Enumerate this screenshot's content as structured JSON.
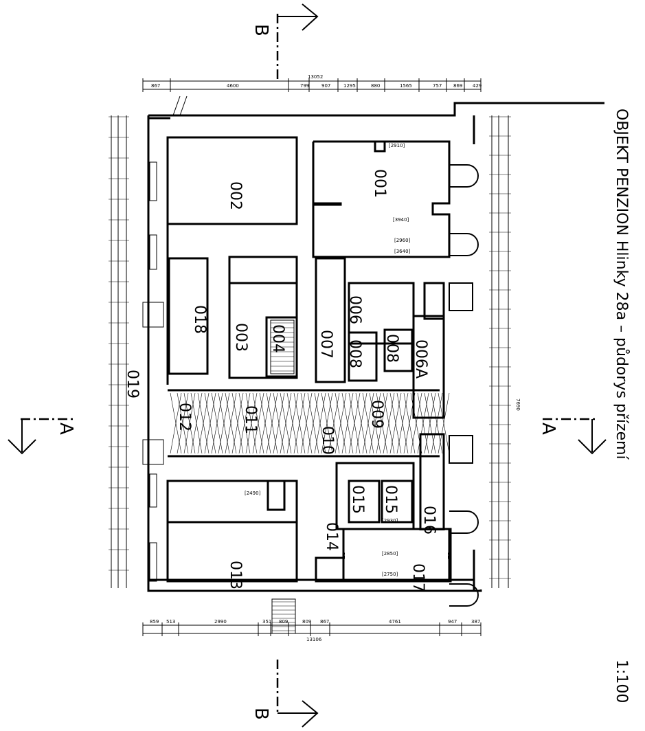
{
  "title": "OBJEKT PENZION Hlinky 28a – půdorys přízemí",
  "scale": "1:100",
  "section_marks": {
    "a_left": "A",
    "a_right": "A",
    "b_top": "B",
    "b_bottom": "B"
  },
  "rooms": {
    "r001": "001",
    "r002": "002",
    "r003": "003",
    "r004": "004",
    "r006": "006",
    "r006a": "006A",
    "r007": "007",
    "r008": "008",
    "r009": "009",
    "r010": "010",
    "r011": "011",
    "r012": "012",
    "r013": "013",
    "r014": "014",
    "r015": "015",
    "r016": "016",
    "r017": "017",
    "r018": "018",
    "r019": "019"
  },
  "dimensions": {
    "top_total": "13052",
    "bottom_total": "13106",
    "right_total": "7690",
    "top_chain": [
      "867",
      "4600",
      "799",
      "907",
      "1295",
      "880",
      "1565",
      "757",
      "869",
      "429"
    ],
    "bottom_chain": [
      "859",
      "513",
      "2990",
      "351",
      "809",
      "809",
      "867",
      "4761",
      "947",
      "387"
    ],
    "room_heights": [
      "[2910]",
      "[2960]",
      "[3940]",
      "[2930]",
      "[3640]",
      "[2850]",
      "[2750]",
      "[2490]"
    ]
  }
}
